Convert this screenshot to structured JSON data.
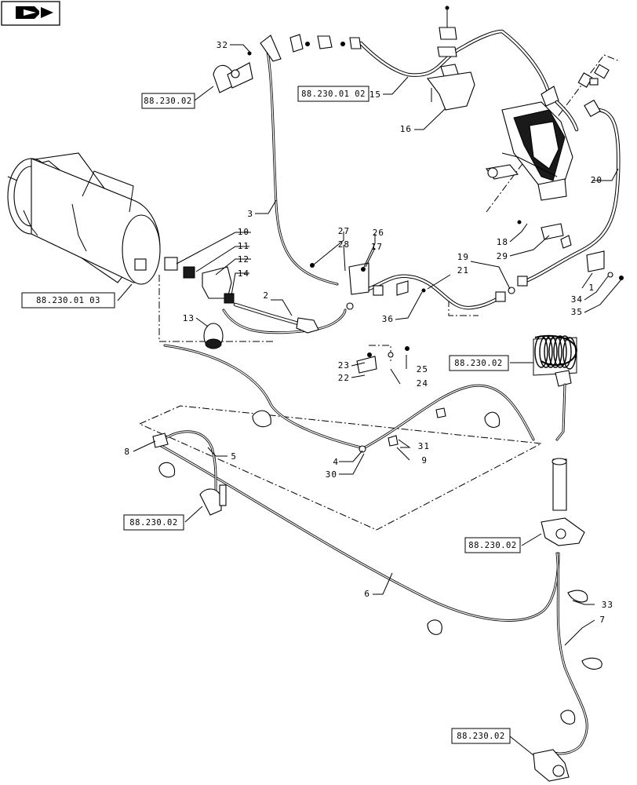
{
  "callouts": [
    {
      "id": "c1",
      "text": "1"
    },
    {
      "id": "c2",
      "text": "2"
    },
    {
      "id": "c3",
      "text": "3"
    },
    {
      "id": "c4",
      "text": "4"
    },
    {
      "id": "c5",
      "text": "5"
    },
    {
      "id": "c6",
      "text": "6"
    },
    {
      "id": "c7",
      "text": "7"
    },
    {
      "id": "c8",
      "text": "8"
    },
    {
      "id": "c9",
      "text": "9"
    },
    {
      "id": "c10",
      "text": "10"
    },
    {
      "id": "c11",
      "text": "11"
    },
    {
      "id": "c12",
      "text": "12"
    },
    {
      "id": "c13",
      "text": "13"
    },
    {
      "id": "c14",
      "text": "14"
    },
    {
      "id": "c15",
      "text": "15"
    },
    {
      "id": "c16",
      "text": "16"
    },
    {
      "id": "c17",
      "text": "17"
    },
    {
      "id": "c18",
      "text": "18"
    },
    {
      "id": "c19",
      "text": "19"
    },
    {
      "id": "c20",
      "text": "20"
    },
    {
      "id": "c21",
      "text": "21"
    },
    {
      "id": "c22",
      "text": "22"
    },
    {
      "id": "c23",
      "text": "23"
    },
    {
      "id": "c24",
      "text": "24"
    },
    {
      "id": "c25",
      "text": "25"
    },
    {
      "id": "c26",
      "text": "26"
    },
    {
      "id": "c27",
      "text": "27"
    },
    {
      "id": "c28",
      "text": "28"
    },
    {
      "id": "c29",
      "text": "29"
    },
    {
      "id": "c30",
      "text": "30"
    },
    {
      "id": "c31",
      "text": "31"
    },
    {
      "id": "c32",
      "text": "32"
    },
    {
      "id": "c33",
      "text": "33"
    },
    {
      "id": "c34",
      "text": "34"
    },
    {
      "id": "c35",
      "text": "35"
    },
    {
      "id": "c36",
      "text": "36"
    }
  ],
  "references": [
    {
      "id": "r1",
      "text": "88.230.02"
    },
    {
      "id": "r2",
      "text": "88.230.01 02"
    },
    {
      "id": "r3",
      "text": "88.230.01 03"
    },
    {
      "id": "r4",
      "text": "88.230.02"
    },
    {
      "id": "r5",
      "text": "88.230.02"
    },
    {
      "id": "r6",
      "text": "88.230.02"
    },
    {
      "id": "r7",
      "text": "88.230.02"
    }
  ],
  "nav_icon": "next-page-arrow-icon"
}
